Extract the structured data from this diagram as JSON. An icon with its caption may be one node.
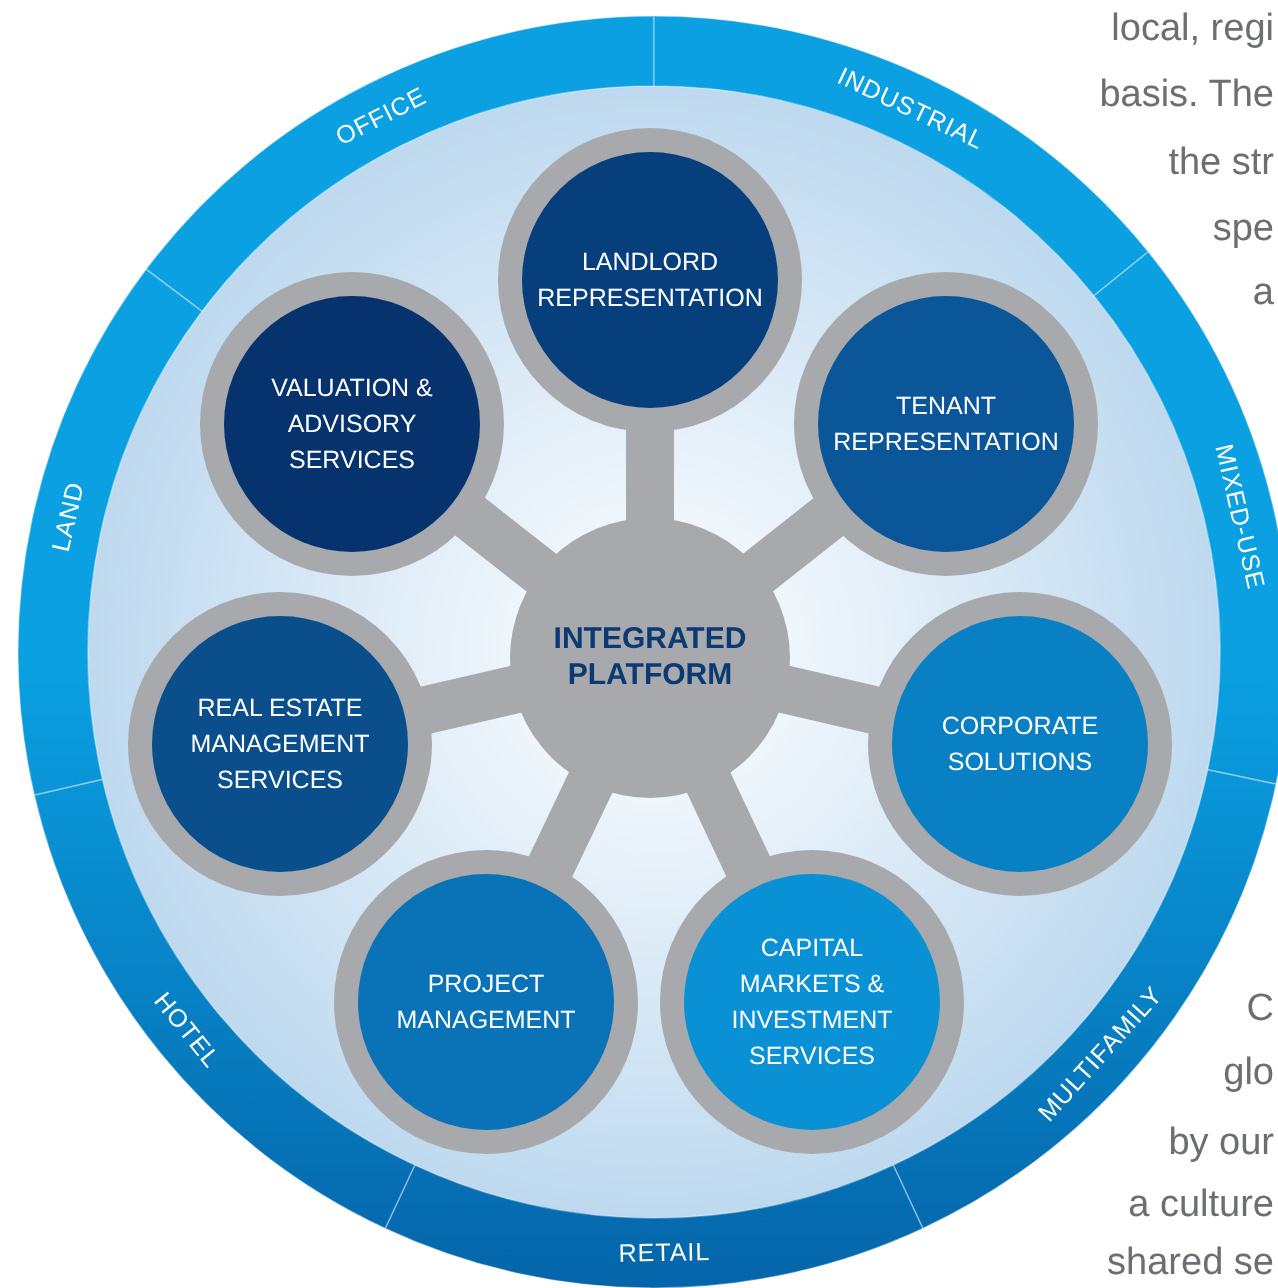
{
  "diagram": {
    "nodes": [
      {
        "text": [
          "OFFICE"
        ]
      },
      {
        "text": [
          "INDUSTRIAL"
        ]
      },
      {
        "text": [
          "MIXED-USE"
        ]
      },
      {
        "text": [
          "MULTIFAMILY"
        ]
      },
      {
        "text": [
          "RETAIL"
        ]
      },
      {
        "text": [
          "HOTEL"
        ]
      },
      {
        "text": [
          "LAND"
        ]
      },
      {
        "text": [
          "LANDLORD REPRESENTATION"
        ]
      },
      {
        "text": [
          "VALUATION & ADVISORY SERVICES"
        ]
      },
      {
        "text": [
          "TENANT REPRESENTATION"
        ]
      },
      {
        "text": [
          "INTEGRATED PLATFORM"
        ]
      },
      {
        "text": [
          "REAL ESTATE MANAGEMENT SERVICES"
        ]
      },
      {
        "text": [
          "CORPORATE SOLUTIONS"
        ]
      },
      {
        "text": [
          "PROJECT MANAGEMENT"
        ]
      },
      {
        "text": [
          "CAPITAL MARKETS & INVESTMENT SERVICES"
        ]
      }
    ],
    "edges": [
      {
        "from": 10,
        "to": 7,
        "arrow": "none"
      },
      {
        "from": 10,
        "to": 8,
        "arrow": "none"
      },
      {
        "from": 10,
        "to": 9,
        "arrow": "none"
      },
      {
        "from": 10,
        "to": 11,
        "arrow": "none"
      },
      {
        "from": 10,
        "to": 12,
        "arrow": "none"
      },
      {
        "from": 10,
        "to": 13,
        "arrow": "none"
      },
      {
        "from": 10,
        "to": 14,
        "arrow": "none"
      }
    ],
    "labels": [
      "local, regi",
      "basis. The",
      "the str",
      "spe",
      "a",
      "C",
      "glo",
      "by our",
      "a culture",
      "shared se"
    ]
  }
}
